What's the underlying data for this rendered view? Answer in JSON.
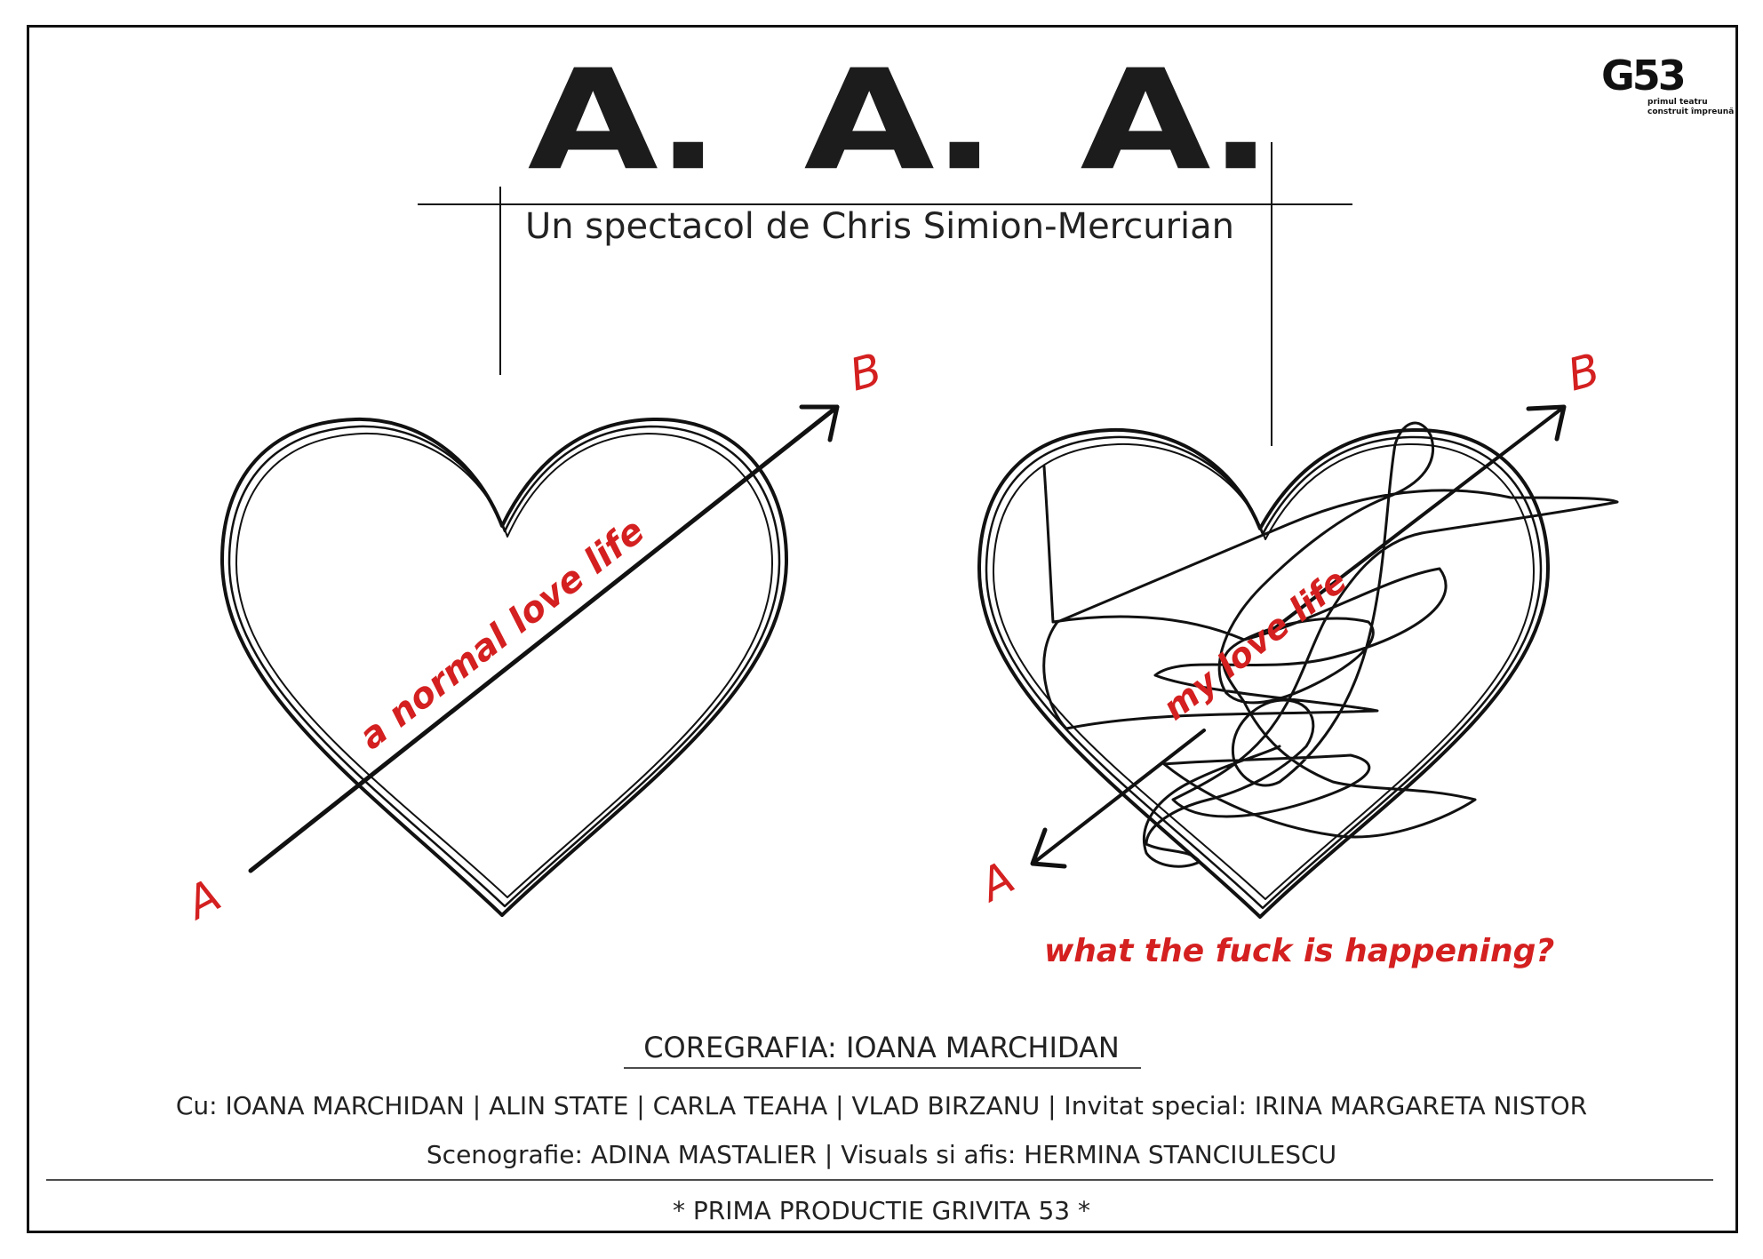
{
  "poster": {
    "title": "A. A. A.",
    "subtitle": "Un spectacol de Chris Simion-Mercurian",
    "logo": {
      "mark": "G53",
      "tagline_1": "primul teatru",
      "tagline_2": "construit împreună"
    },
    "left_heart": {
      "start_label": "A",
      "end_label": "B",
      "caption": "a normal love life"
    },
    "right_heart": {
      "start_label": "A",
      "end_label": "B",
      "caption": "my love life",
      "bottom_caption": "what the fuck is happening?"
    },
    "credits": {
      "choreography": "COREGRAFIA: IOANA MARCHIDAN",
      "cast": "Cu: IOANA MARCHIDAN | ALIN STATE | CARLA TEAHA | VLAD BIRZANU | Invitat special: IRINA MARGARETA NISTOR",
      "staff": "Scenografie: ADINA MASTALIER | Visuals si afis: HERMINA STANCIULESCU",
      "footer": "* PRIMA PRODUCTIE GRIVITA 53 *"
    }
  },
  "colors": {
    "ink": "#111111",
    "accent": "#d42020",
    "background": "#ffffff"
  }
}
